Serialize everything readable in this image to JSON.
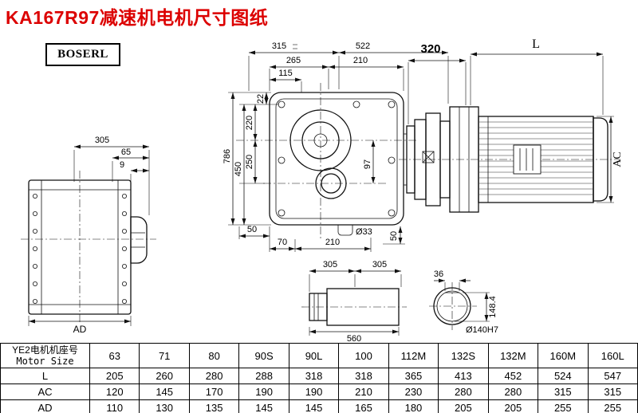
{
  "page": {
    "title": "KA167R97减速机电机尺寸图纸",
    "title_color": "#dc0000",
    "brand": "BOSERL"
  },
  "drawing": {
    "side_view": {
      "d305": "305",
      "d65": "65",
      "d9": "9",
      "ad": "AD"
    },
    "front_view": {
      "d315": "315",
      "d522": "522",
      "d265": "265",
      "d210_top": "210",
      "d115": "115",
      "d22": "22",
      "d220": "220",
      "d250": "250",
      "d450": "450",
      "d786": "786",
      "d97": "97",
      "d50_left": "50",
      "d70": "70",
      "d210_bottom": "210",
      "d33": "Ø33",
      "d50_right": "50"
    },
    "motor_view": {
      "d320": "320",
      "L": "L",
      "AC": "AC"
    },
    "shaft_view": {
      "d305_a": "305",
      "d305_b": "305",
      "d560": "560"
    },
    "bore_view": {
      "d36": "36",
      "d148": "148.4",
      "bore": "Ø140H7"
    }
  },
  "table": {
    "label_cn": "YE2电机机座号",
    "label_en": "Motor Size",
    "columns": [
      "63",
      "71",
      "80",
      "90S",
      "90L",
      "100",
      "112M",
      "132S",
      "132M",
      "160M",
      "160L"
    ],
    "rows": [
      {
        "label": "L",
        "values": [
          "205",
          "260",
          "280",
          "288",
          "318",
          "318",
          "365",
          "413",
          "452",
          "524",
          "547"
        ]
      },
      {
        "label": "AC",
        "values": [
          "120",
          "145",
          "170",
          "190",
          "190",
          "210",
          "230",
          "280",
          "280",
          "315",
          "315"
        ]
      },
      {
        "label": "AD",
        "values": [
          "110",
          "130",
          "135",
          "145",
          "145",
          "165",
          "180",
          "205",
          "205",
          "255",
          "255"
        ]
      }
    ]
  }
}
